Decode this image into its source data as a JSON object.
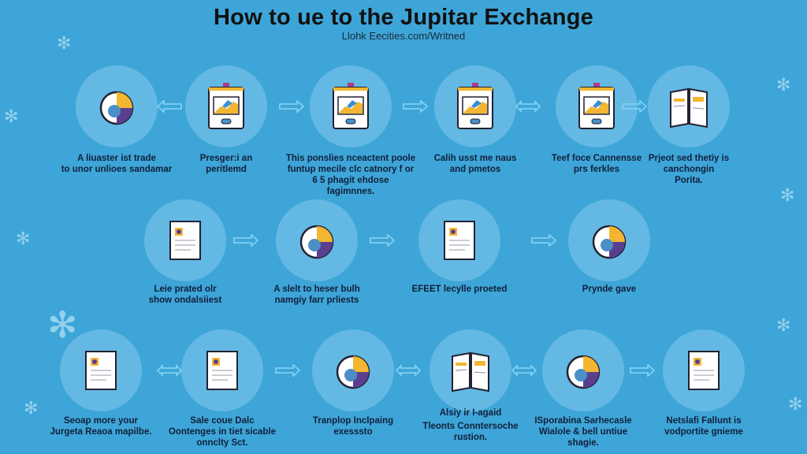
{
  "header": {
    "title": "How to ue to the Jupitar Exchange",
    "subtitle": "Llohk Eecities.com/Writned"
  },
  "colors": {
    "background": "#3ea5d8",
    "circle": "#63b9e3",
    "text": "#10203a",
    "accent_yellow": "#f2b630",
    "accent_purple": "#5b3f8f"
  },
  "rows": [
    {
      "steps": [
        {
          "icon": "pie-chart-device-icon",
          "label": [
            "A liuaster ist trade",
            "to unor unlioes sandamar"
          ]
        },
        {
          "icon": "monitor-chart-icon",
          "label": [
            "Presger:i an",
            "peritlemd"
          ]
        },
        {
          "icon": "monitor-badge-icon",
          "label": [
            "This ponslies nceactent poole",
            "funtup mecile clc catnory f or",
            "6 5 phagit ehdose",
            "fagimnnes."
          ]
        },
        {
          "icon": "monitor-chart-icon",
          "label": [
            "Calih usst me naus",
            "and pmetos"
          ]
        },
        {
          "icon": "monitor-chart-icon",
          "label": [
            "Teef foce Cannensse",
            "prs ferkles"
          ]
        },
        {
          "icon": "open-book-icon",
          "label": [
            "Prjeot sed thetiy is",
            "canchongin",
            "Porita."
          ]
        }
      ],
      "arrows": [
        "left",
        "right",
        "right",
        "double",
        "right"
      ]
    },
    {
      "steps": [
        {
          "icon": "document-icon",
          "label": [
            "Leie prated olr",
            "show ondalsiiest"
          ]
        },
        {
          "icon": "shield-document-icon",
          "label": [
            "A slelt to heser bulh",
            "namgiy farr prliests"
          ]
        },
        {
          "icon": "wallet-document-icon",
          "label": [
            "EFEET lecylle proeted"
          ]
        },
        {
          "icon": "globe-hand-icon",
          "label": [
            "Prynde gave"
          ]
        }
      ],
      "arrows": [
        "right",
        "right",
        "right"
      ]
    },
    {
      "steps": [
        {
          "icon": "document-coin-icon",
          "label": [
            "Seoap more your",
            "Jurgeta Reaoa mapilbe."
          ]
        },
        {
          "icon": "tablet-coin-icon",
          "label": [
            "Sale coue Dalc",
            "Oontenges in tiet sicable",
            "onnclty Sct."
          ]
        },
        {
          "icon": "cloud-ship-icon",
          "label": [
            "Tranplop Inclpaing",
            "exesssto"
          ]
        },
        {
          "icon": "open-book-icon",
          "label": [
            "Tleonts Conntersoche",
            "rustion."
          ],
          "extra": "Alsiy ir I-agaid"
        },
        {
          "icon": "shield-badge-icon",
          "label": [
            "ISporabina Sarhecasle",
            "Wialole & bell untiue",
            "shagie."
          ]
        },
        {
          "icon": "document-pen-icon",
          "label": [
            "Netslafi Fallunt is",
            "vodportite gnieme"
          ]
        }
      ],
      "arrows": [
        "double",
        "right",
        "double",
        "double",
        "right"
      ]
    }
  ]
}
